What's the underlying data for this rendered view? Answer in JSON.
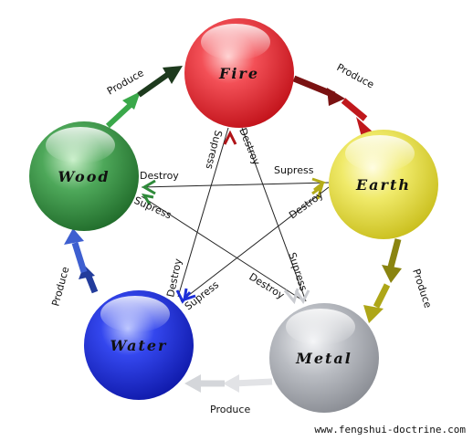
{
  "elements": [
    {
      "name": "Fire",
      "color": "#e8202a"
    },
    {
      "name": "Earth",
      "color": "#e6dc3a"
    },
    {
      "name": "Metal",
      "color": "#a4a7ad"
    },
    {
      "name": "Water",
      "color": "#1c2fd8"
    },
    {
      "name": "Wood",
      "color": "#2f8a3a"
    }
  ],
  "cycle_labels": {
    "produce": "Produce",
    "destroy": "Destroy",
    "supress": "Supress"
  },
  "credit": "www.fengshui-doctrine.com"
}
